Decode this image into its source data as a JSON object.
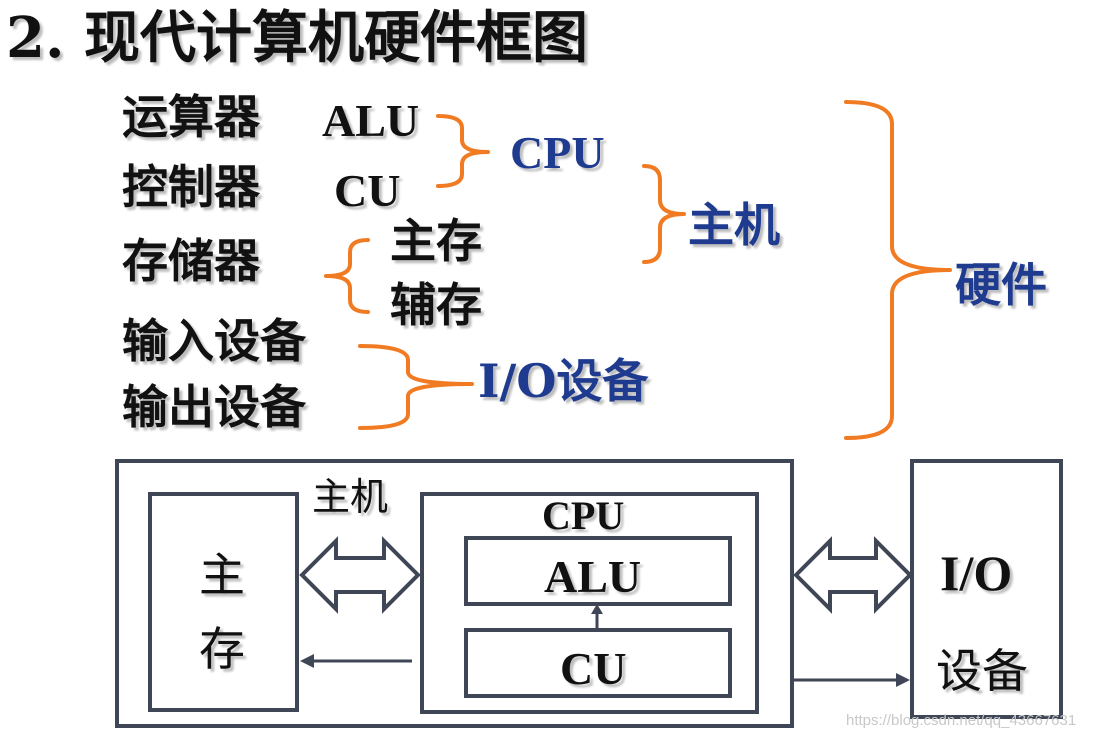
{
  "title": "2. 现代计算机硬件框图",
  "hierarchy": {
    "alu_cn": "运算器",
    "alu_en": "ALU",
    "cu_cn": "控制器",
    "cu_en": "CU",
    "memory": "存储器",
    "main_memory": "主存",
    "aux_memory": "辅存",
    "input_device": "输入设备",
    "output_device": "输出设备",
    "cpu": "CPU",
    "host": "主机",
    "io_device": "I/O设备",
    "hardware": "硬件"
  },
  "block_diagram": {
    "host_label": "主机",
    "main_memory_1": "主",
    "main_memory_2": "存",
    "cpu_label": "CPU",
    "alu_label": "ALU",
    "cu_label": "CU",
    "io_label": "I/O",
    "io_device_label": "设备"
  },
  "watermark": "https://blog.csdn.net/qq_43667631",
  "colors": {
    "brace": "#f07b22",
    "label_blue": "#1f3b8f",
    "box_stroke": "#3f4656",
    "text": "#111111"
  }
}
